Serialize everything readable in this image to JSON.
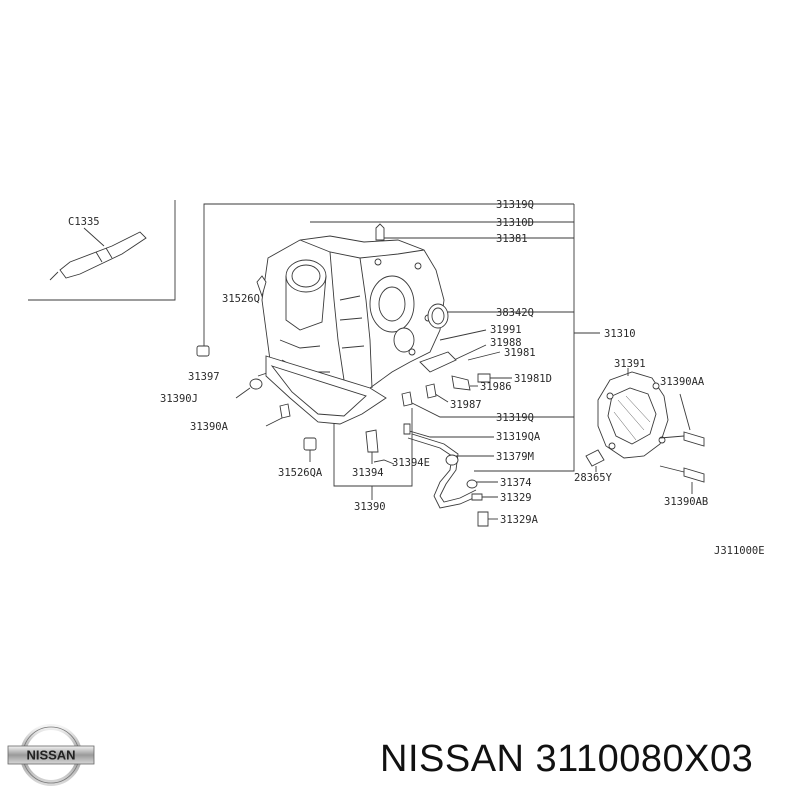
{
  "diagram": {
    "kit_label": "C1335",
    "drawing_code": "J311000E",
    "labels": {
      "p31319Q_a": "31319Q",
      "p31310D": "31310D",
      "p31381": "31381",
      "p31526Q": "31526Q",
      "p38342Q": "38342Q",
      "p31310": "31310",
      "p31991": "31991",
      "p31988": "31988",
      "p31981": "31981",
      "p31397": "31397",
      "p31986": "31986",
      "p31981D": "31981D",
      "p31390J": "31390J",
      "p31987": "31987",
      "p31319Q_b": "31319Q",
      "p31390A": "31390A",
      "p31319QA": "31319QA",
      "p31379M": "31379M",
      "p31394E": "31394E",
      "p31526QA": "31526QA",
      "p31394": "31394",
      "p31374": "31374",
      "p31329": "31329",
      "p31390": "31390",
      "p31329A": "31329A",
      "p31391": "31391",
      "p31390AA": "31390AA",
      "p28365Y": "28365Y",
      "p31390AB": "31390AB"
    }
  },
  "brand": {
    "logo_text": "NISSAN"
  },
  "caption": "NISSAN 3110080X03"
}
